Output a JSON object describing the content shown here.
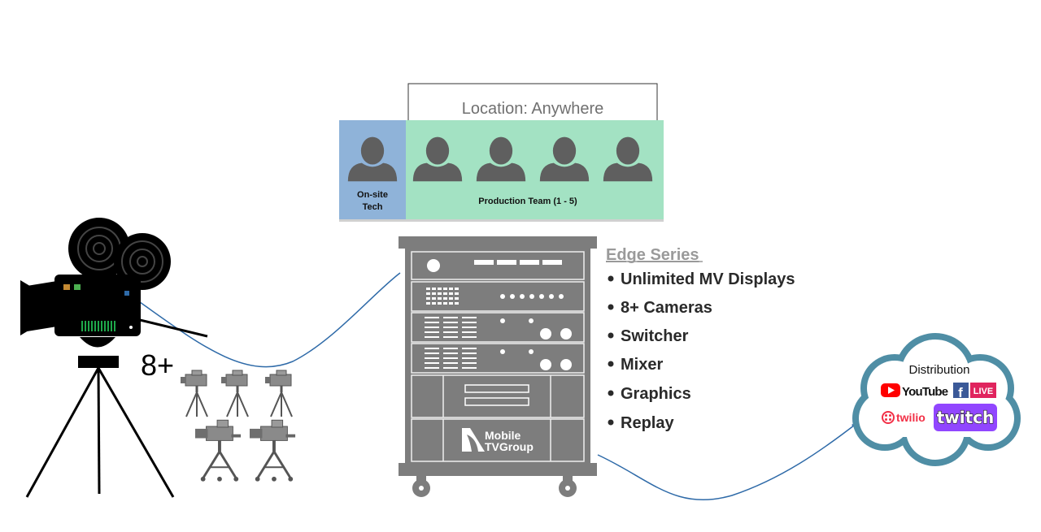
{
  "location": {
    "label": "Location: Anywhere"
  },
  "onsite": {
    "label_line1": "On-site",
    "label_line2": "Tech"
  },
  "production": {
    "label": "Production Team (1 - 5)"
  },
  "cameras": {
    "count_label": "8+"
  },
  "rack": {
    "logo_line1": "Mobile",
    "logo_line2": "TVGroup"
  },
  "features": {
    "title": "Edge Series",
    "items": [
      "Unlimited MV Displays",
      "8+ Cameras",
      "Switcher",
      "Mixer",
      "Graphics",
      "Replay"
    ]
  },
  "distribution": {
    "title": "Distribution",
    "youtube": "YouTube",
    "facebook_live": "LIVE",
    "twilio": "twilio",
    "twitch": "twitch"
  },
  "colors": {
    "onsite_panel": "#8fb3d9",
    "production_panel": "#a3e2c3",
    "person": "#5f5f5f",
    "rack": "#7d7d7d",
    "connector": "#2e6aa8",
    "cloud_border": "#4f8ea5",
    "youtube_red": "#ff0000",
    "facebook_blue": "#3b5998",
    "live_red": "#e0245e",
    "twilio_red": "#f22f46",
    "twitch_purple": "#9146ff"
  }
}
